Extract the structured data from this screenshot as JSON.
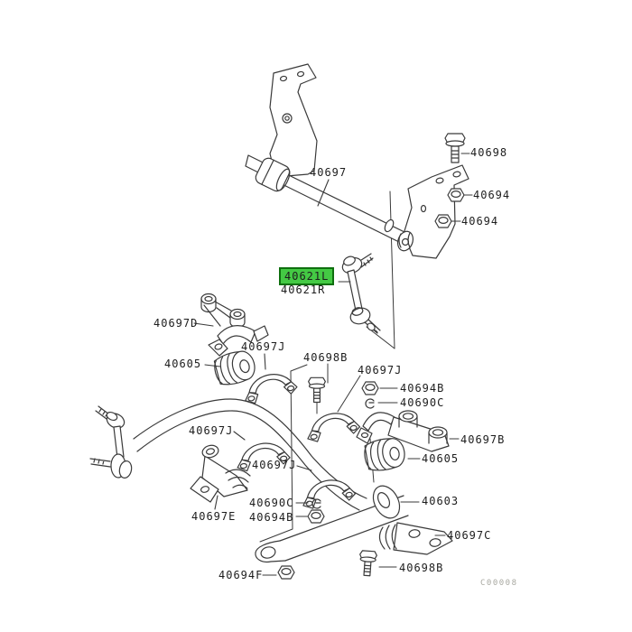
{
  "title": "Stabilizer bar parts diagram",
  "diagram_code": "C00008",
  "highlight": {
    "fill": "#44c944",
    "border": "#0e6f0e",
    "note": "selected part 40621L"
  },
  "line_color": "#3a3a3a",
  "labels": [
    {
      "part": "40697",
      "text": "40697"
    },
    {
      "part": "40698",
      "text": "40698"
    },
    {
      "part": "40694",
      "text": "40694"
    },
    {
      "part": "40694",
      "text": "40694"
    },
    {
      "part": "40621L",
      "text": "40621L"
    },
    {
      "part": "40621R",
      "text": "40621R"
    },
    {
      "part": "40697D",
      "text": "40697D"
    },
    {
      "part": "40697J",
      "text": "40697J"
    },
    {
      "part": "40605",
      "text": "40605"
    },
    {
      "part": "40698B",
      "text": "40698B"
    },
    {
      "part": "40697J",
      "text": "40697J"
    },
    {
      "part": "40694B",
      "text": "40694B"
    },
    {
      "part": "40690C",
      "text": "40690C"
    },
    {
      "part": "40697B",
      "text": "40697B"
    },
    {
      "part": "40605",
      "text": "40605"
    },
    {
      "part": "40697J",
      "text": "40697J"
    },
    {
      "part": "40697J",
      "text": "40697J"
    },
    {
      "part": "40690C",
      "text": "40690C"
    },
    {
      "part": "40694B",
      "text": "40694B"
    },
    {
      "part": "40697E",
      "text": "40697E"
    },
    {
      "part": "40603",
      "text": "40603"
    },
    {
      "part": "40694F",
      "text": "40694F"
    },
    {
      "part": "40697C",
      "text": "40697C"
    },
    {
      "part": "40698B",
      "text": "40698B"
    }
  ]
}
